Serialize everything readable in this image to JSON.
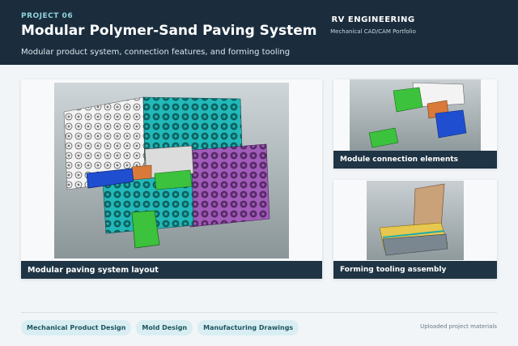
{
  "header": {
    "project_label": "PROJECT 06",
    "title": "Modular Polymer-Sand Paving System",
    "subtitle": "Modular product system, connection features, and forming tooling",
    "brand": "RV ENGINEERING",
    "brand_sub": "Mechanical CAD/CAM Portfolio"
  },
  "gallery": {
    "main_caption": "Modular paving system layout",
    "connection_caption": "Module connection elements",
    "tooling_caption": "Forming tooling assembly"
  },
  "footer": {
    "tags": [
      "Mechanical Product Design",
      "Mold Design",
      "Manufacturing Drawings"
    ],
    "note": "Uploaded project materials"
  },
  "colors": {
    "header_bg": "#1b2d3d",
    "accent": "#8fd3dc",
    "caption_bg": "#1f3444",
    "tag_bg": "#d9eef2",
    "tile_teal": "#1fb3b3",
    "tile_purple": "#9b59b6",
    "tile_white": "#f0f0f0",
    "part_green": "#3cc23c",
    "part_blue": "#1f4fd0",
    "part_orange": "#d97a3a"
  }
}
